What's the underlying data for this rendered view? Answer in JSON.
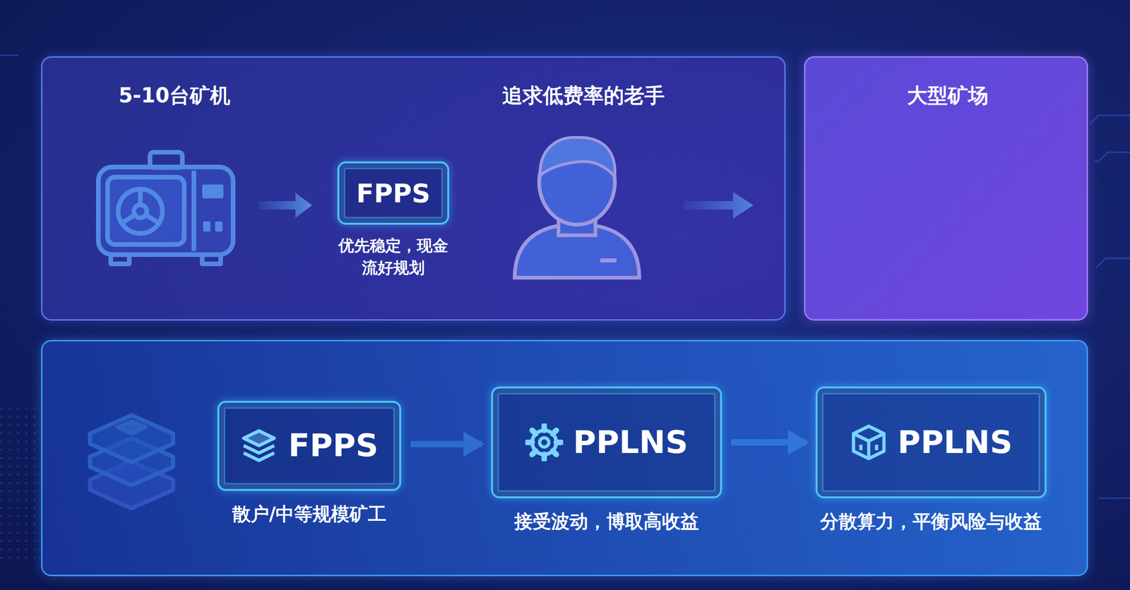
{
  "diagram": {
    "nodes": [
      {
        "text": [
          "5-10台矿机",
          "追求低费率的老手"
        ]
      },
      {
        "text": [
          "FPPS",
          "优先稳定，现金流好规划"
        ],
        "in": 0
      },
      {
        "text": [
          "大型矿场"
        ]
      },
      {
        "text": []
      },
      {
        "text": [
          "FPPS",
          "散户/中等规模矿工"
        ],
        "in": 3
      },
      {
        "text": [
          "PPLNS",
          "接受波动，博取高收益"
        ],
        "in": 3
      },
      {
        "text": [
          "PPLNS",
          "分散算力，平衡风险与收益"
        ],
        "in": 3
      }
    ],
    "edges": [
      {
        "from": 4,
        "to": 5,
        "arrow": "to"
      },
      {
        "from": 5,
        "to": 6,
        "arrow": "to"
      }
    ]
  }
}
